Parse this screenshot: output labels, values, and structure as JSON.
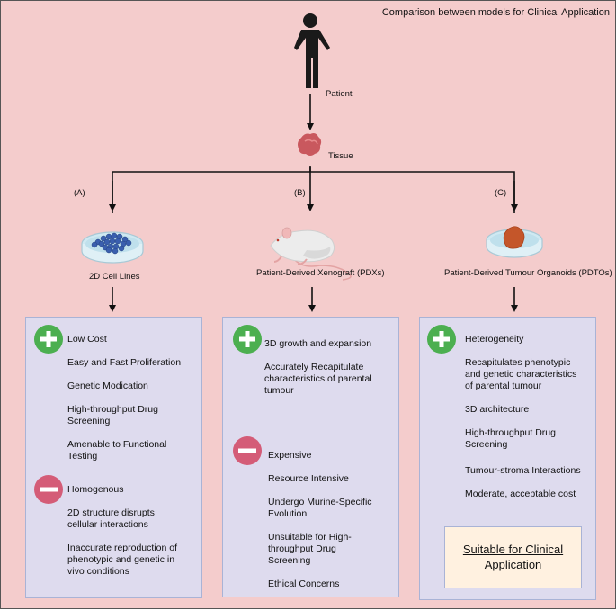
{
  "title": "Comparison between models for Clinical Application",
  "top": {
    "patient_label": "Patient",
    "tissue_label": "Tissue"
  },
  "columns": [
    {
      "letter": "(A)",
      "model_name": "2D Cell Lines",
      "image": "petri-dish-cells",
      "advantages": [
        "Low Cost",
        "Easy and Fast Proliferation",
        "Genetic Modication",
        "High-throughput Drug Screening",
        "Amenable to Functional Testing"
      ],
      "disadvantages": [
        "Homogenous",
        "2D structure disrupts cellular interactions",
        "Inaccurate reproduction of phenotypic and genetic in vivo conditions"
      ]
    },
    {
      "letter": "(B)",
      "model_name": "Patient-Derived Xenograft (PDXs)",
      "image": "mouse",
      "advantages": [
        "3D growth and expansion",
        "Accurately Recapitulate characteristics of parental tumour"
      ],
      "disadvantages": [
        "Expensive",
        "Resource Intensive",
        "Undergo Murine-Specific Evolution",
        "Unsuitable for High-throughput Drug Screening",
        "Ethical Concerns"
      ]
    },
    {
      "letter": "(C)",
      "model_name": "Patient-Derived Tumour Organoids (PDTOs)",
      "image": "petri-dish-organoid",
      "advantages": [
        "Heterogeneity",
        "Recapitulates phenotypic and genetic characteristics of parental tumour",
        "3D architecture",
        "High-throughput Drug Screening",
        "Tumour-stroma Interactions",
        "Moderate, acceptable cost"
      ],
      "disadvantages": [],
      "conclusion": "Suitable for Clinical Application"
    }
  ],
  "colors": {
    "background": "#f4cccc",
    "box": "#dedbee",
    "plus": "#4caf50",
    "minus": "#d45c77",
    "conclusion": "#fff1e0"
  }
}
